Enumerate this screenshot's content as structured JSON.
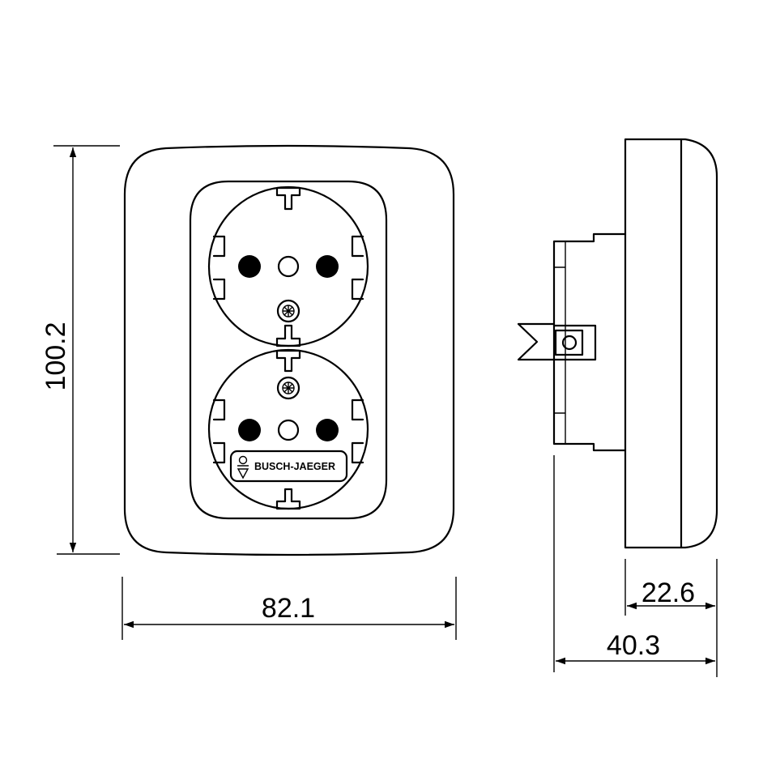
{
  "drawing": {
    "dimensions": {
      "height": "100.2",
      "width": "82.1",
      "depth_frame": "22.6",
      "depth_total": "40.3"
    },
    "brand_label": "BUSCH-JAEGER"
  }
}
